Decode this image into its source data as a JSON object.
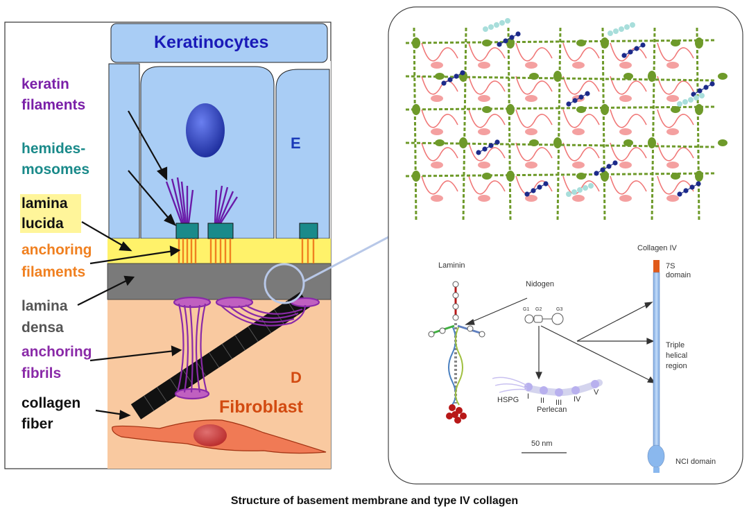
{
  "caption": "Structure of basement membrane and type IV collagen",
  "left_panel": {
    "cell_layer_title": "Keratinocytes",
    "epidermis_letter": "E",
    "dermis_letter": "D",
    "fibroblast_label": "Fibroblast",
    "labels": {
      "keratin_1": "keratin",
      "keratin_2": "filaments",
      "hemides_1": "hemides-",
      "hemides_2": "mosomes",
      "lucida_1": "lamina",
      "lucida_2": "lucida",
      "anch_fil_1": "anchoring",
      "anch_fil_2": "filaments",
      "densa_1": "lamina",
      "densa_2": "densa",
      "anch_fib_1": "anchoring",
      "anch_fib_2": "fibrils",
      "collagen_1": "collagen",
      "collagen_2": "fiber"
    },
    "colors": {
      "keratin": "#7a1fa8",
      "hemidesmosomes": "#1a8a8a",
      "lamina_lucida_text": "#111111",
      "lamina_lucida_highlight": "#fff59a",
      "anchoring_filaments": "#f08020",
      "lamina_densa": "#555555",
      "anchoring_fibrils": "#8a2aa8",
      "collagen_fiber": "#111111",
      "keratinocyte_fill": "#a9cdf5",
      "dermis_fill": "#f9c9a0",
      "fibroblast_fill": "#f07a55"
    }
  },
  "right_panel": {
    "labels": {
      "laminin": "Laminin",
      "nidogen": "Nidogen",
      "g1": "G1",
      "g2": "G2",
      "g3": "G3",
      "collagen_iv": "Collagen IV",
      "domain_7s_1": "7S",
      "domain_7s_2": "domain",
      "triple_1": "Triple",
      "triple_2": "helical",
      "triple_3": "region",
      "nci": "NCI domain",
      "hspg": "HSPG",
      "perlecan": "Perlecan",
      "roman": [
        "I",
        "II",
        "III",
        "IV",
        "V"
      ],
      "scale": "50 nm"
    },
    "colors": {
      "collagen_rod": "#9ec3ef",
      "seven_s_domain": "#e05a1a",
      "laminin_bead": "#b81818",
      "network_pink": "#f07878",
      "network_green": "#6e9a2a",
      "network_navy": "#1c2a8a",
      "network_cyan": "#a8dedb"
    }
  }
}
